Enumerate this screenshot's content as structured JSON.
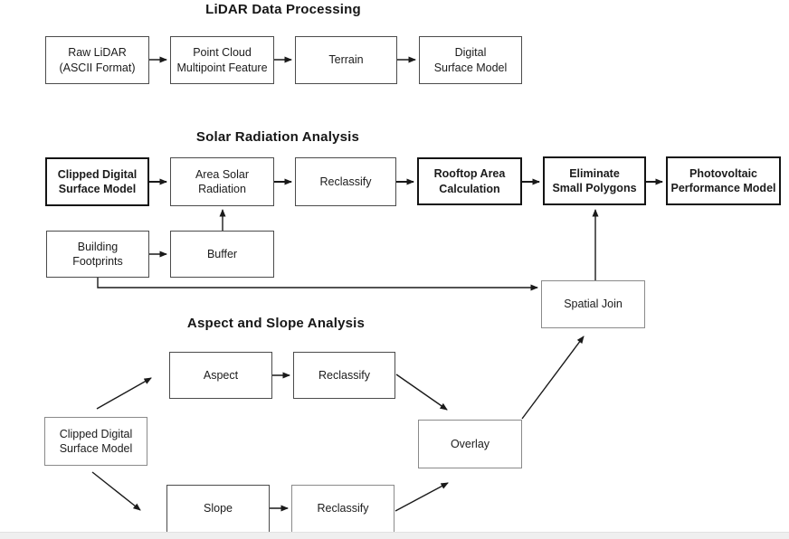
{
  "diagram": {
    "sections": [
      {
        "title": "LiDAR Data Processing"
      },
      {
        "title": "Solar Radiation Analysis"
      },
      {
        "title": "Aspect and Slope Analysis"
      }
    ],
    "nodes": {
      "raw_lidar": {
        "label": "Raw LiDAR\n(ASCII Format)"
      },
      "point_cloud": {
        "label": "Point Cloud\nMultipoint Feature"
      },
      "terrain": {
        "label": "Terrain"
      },
      "dsm": {
        "label": "Digital\nSurface Model"
      },
      "clipped_dsm_solar": {
        "label": "Clipped Digital\nSurface Model"
      },
      "area_solar": {
        "label": "Area Solar\nRadiation"
      },
      "reclassify_solar": {
        "label": "Reclassify"
      },
      "rooftop": {
        "label": "Rooftop Area\nCalculation"
      },
      "eliminate": {
        "label": "Eliminate\nSmall Polygons"
      },
      "pv_model": {
        "label": "Photovoltaic\nPerformance Model"
      },
      "building": {
        "label": "Building\nFootprints"
      },
      "buffer": {
        "label": "Buffer"
      },
      "spatial_join": {
        "label": "Spatial Join"
      },
      "aspect": {
        "label": "Aspect"
      },
      "reclassify_aspect": {
        "label": "Reclassify"
      },
      "clipped_dsm_slope": {
        "label": "Clipped Digital\nSurface Model"
      },
      "overlay": {
        "label": "Overlay"
      },
      "slope": {
        "label": "Slope"
      },
      "reclassify_slope": {
        "label": "Reclassify"
      }
    },
    "edges": [
      {
        "from": "raw_lidar",
        "to": "point_cloud"
      },
      {
        "from": "point_cloud",
        "to": "terrain"
      },
      {
        "from": "terrain",
        "to": "dsm"
      },
      {
        "from": "clipped_dsm_solar",
        "to": "area_solar"
      },
      {
        "from": "area_solar",
        "to": "reclassify_solar"
      },
      {
        "from": "reclassify_solar",
        "to": "rooftop"
      },
      {
        "from": "rooftop",
        "to": "eliminate"
      },
      {
        "from": "eliminate",
        "to": "pv_model"
      },
      {
        "from": "building",
        "to": "buffer"
      },
      {
        "from": "buffer",
        "to": "area_solar"
      },
      {
        "from": "building",
        "to": "spatial_join"
      },
      {
        "from": "spatial_join",
        "to": "eliminate"
      },
      {
        "from": "clipped_dsm_slope",
        "to": "aspect"
      },
      {
        "from": "clipped_dsm_slope",
        "to": "slope"
      },
      {
        "from": "aspect",
        "to": "reclassify_aspect"
      },
      {
        "from": "slope",
        "to": "reclassify_slope"
      },
      {
        "from": "reclassify_aspect",
        "to": "overlay"
      },
      {
        "from": "reclassify_slope",
        "to": "overlay"
      },
      {
        "from": "overlay",
        "to": "spatial_join"
      }
    ],
    "colors": {
      "line": "#1a1a1a",
      "box_border": "#4b4b4b",
      "box_border_bold": "#141414",
      "box_border_gray": "#8a8a8a",
      "background": "#ffffff",
      "bottom_strip": "#efefef"
    }
  }
}
